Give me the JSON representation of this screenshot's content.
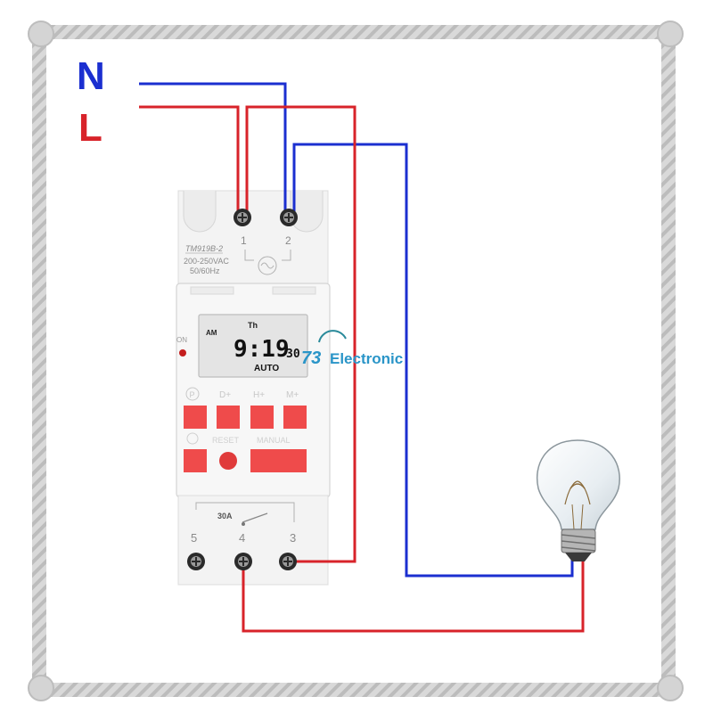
{
  "labels": {
    "neutral": "N",
    "live": "L"
  },
  "device": {
    "model": "TM919B-2",
    "voltage": "200-250VAC",
    "frequency": "50/60Hz",
    "terminal_top_1": "1",
    "terminal_top_2": "2",
    "terminal_bottom_5": "5",
    "terminal_bottom_4": "4",
    "terminal_bottom_3": "3",
    "relay_rating": "30A",
    "on_label": "ON",
    "display": {
      "ampm": "AM",
      "day": "Th",
      "time": "9:19",
      "seconds": "30",
      "mode": "AUTO"
    },
    "buttons": {
      "p": "P",
      "d": "D+",
      "h": "H+",
      "m": "M+",
      "reset": "RESET",
      "manual": "MANUAL"
    }
  },
  "watermark": {
    "number": "73",
    "text": "Electronic"
  },
  "colors": {
    "neutral_wire": "#1b2fd0",
    "live_wire": "#d8232a",
    "button_red": "#ef4b4b",
    "frame": "#cfcfcf"
  }
}
